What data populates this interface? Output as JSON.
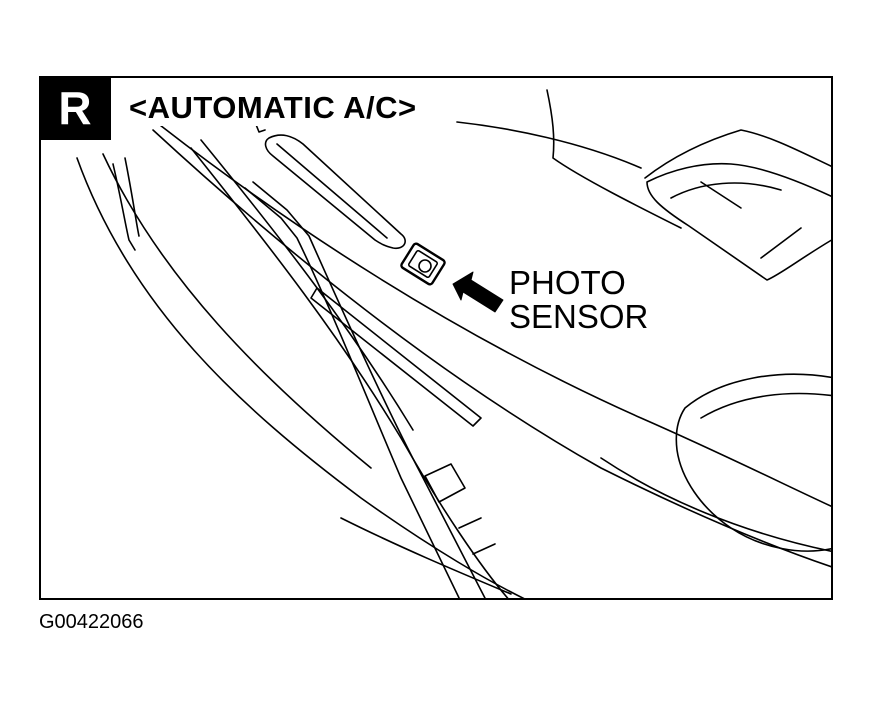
{
  "figure": {
    "badge": "R",
    "heading": "<AUTOMATIC A/C>",
    "callout": {
      "line1": "PHOTO",
      "line2": "SENSOR"
    },
    "code": "G00422066"
  },
  "icons": {
    "pointer": "arrow-right-icon"
  },
  "colors": {
    "ink": "#000000",
    "paper": "#ffffff"
  }
}
